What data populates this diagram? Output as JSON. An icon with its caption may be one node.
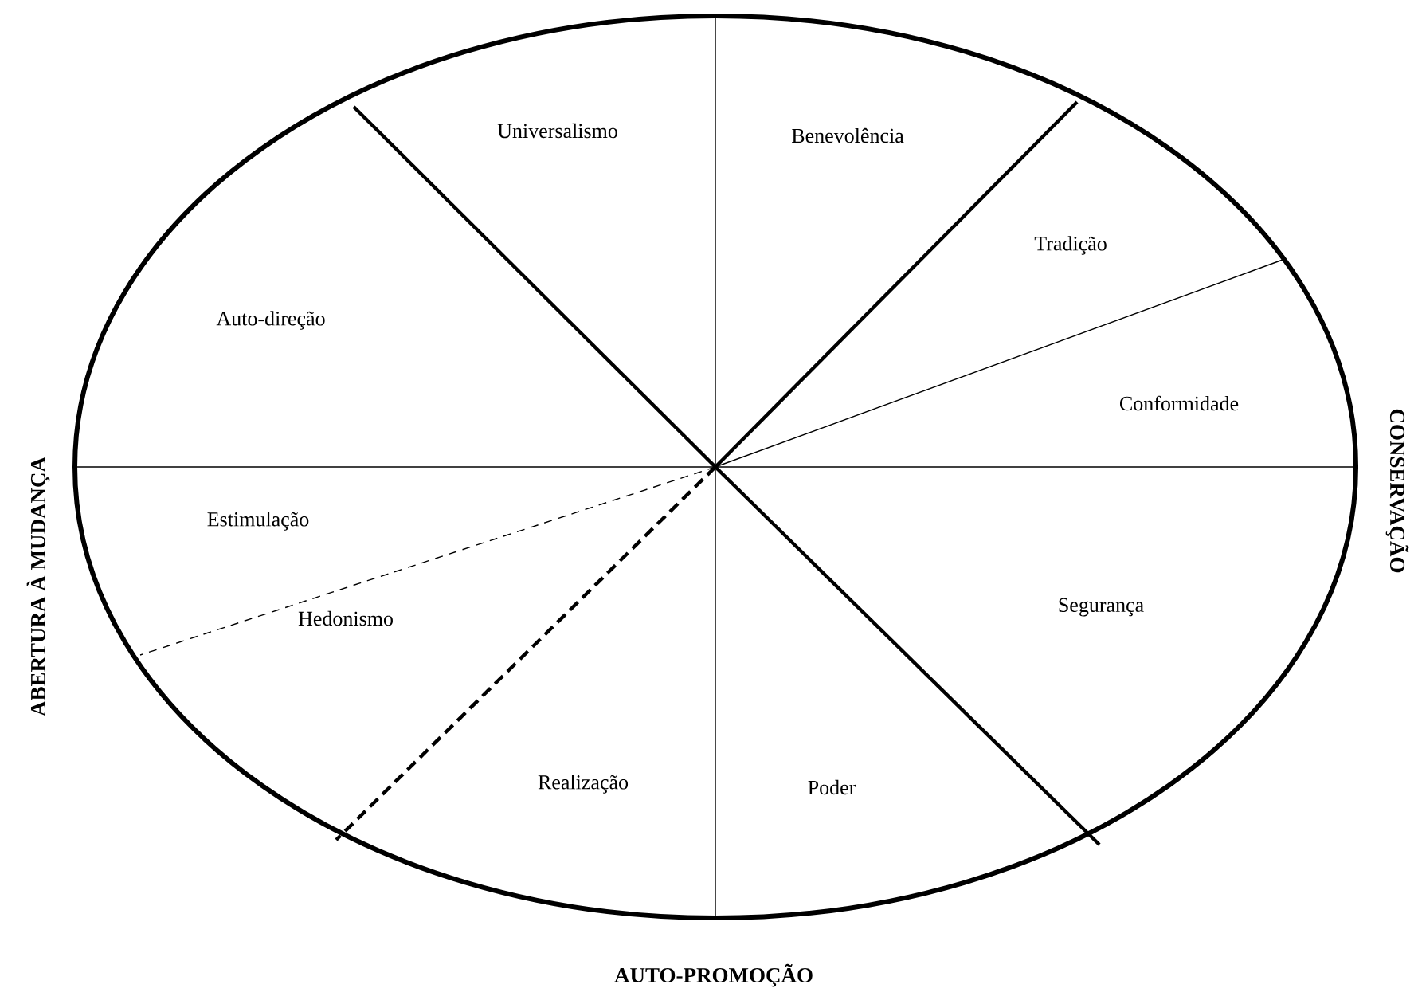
{
  "diagram": {
    "nodes": [
      {
        "text": [],
        "shape": "ellipse"
      }
    ],
    "labels": [
      "Universalismo",
      "Benevolência",
      "Auto-direção",
      "Tradição",
      "Conformidade",
      "Estimulação",
      "Segurança",
      "Hedonismo",
      "Realização",
      "Poder",
      "ABERTURA À MUDANÇA",
      "CONSERVAÇÃO",
      "AUTO-PROMOÇÃO"
    ]
  }
}
